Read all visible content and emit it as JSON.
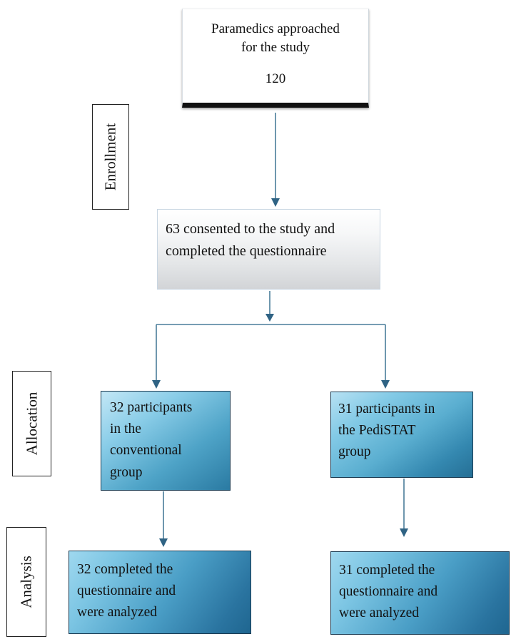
{
  "diagram": {
    "top_box": {
      "text": "Paramedics approached\nfor the study",
      "count": "120"
    },
    "consent_box": {
      "text": "63 consented to the study and\ncompleted the questionnaire"
    },
    "conventional_box": {
      "text": "32 participants\nin the\nconventional\ngroup"
    },
    "pedistat_box": {
      "text": "31 participants in\nthe PediSTAT\ngroup"
    },
    "analysis_left_box": {
      "text": "32 completed the\nquestionnaire and\nwere analyzed"
    },
    "analysis_right_box": {
      "text": "31 completed the\nquestionnaire and\nwere analyzed"
    },
    "stages": {
      "enrollment": "Enrollment",
      "allocation": "Allocation",
      "analysis": "Analysis"
    },
    "colors": {
      "connector": "#4a7d9a",
      "arrowhead": "#2f6384",
      "box_blue_dark": "#1f6690",
      "box_blue_light": "#c3e7f6",
      "box_gray": "#d2d4d7"
    }
  }
}
